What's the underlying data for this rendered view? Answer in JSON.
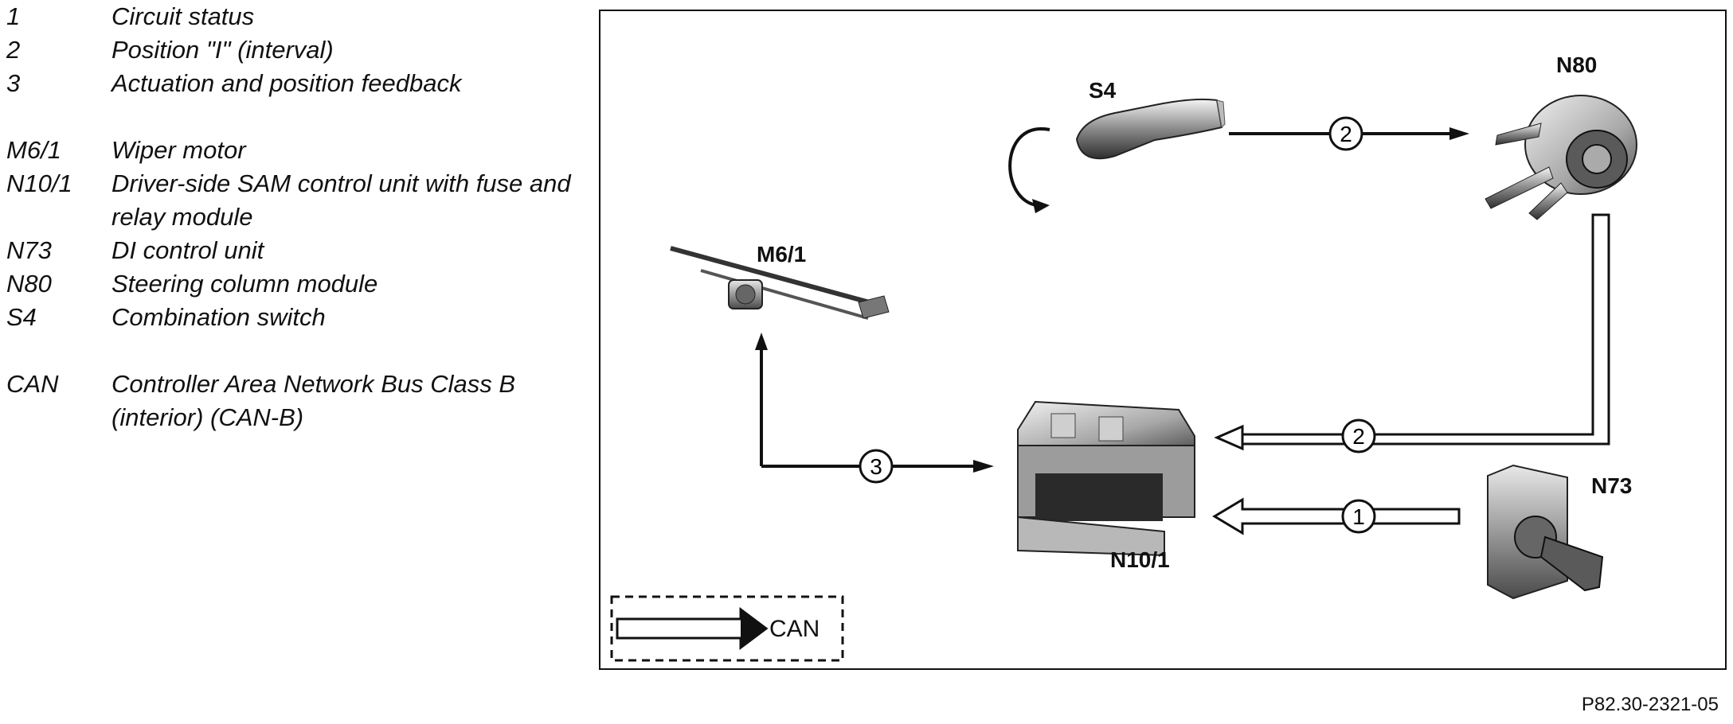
{
  "legend": {
    "rows": [
      {
        "code": "1",
        "desc": "Circuit status"
      },
      {
        "code": "2",
        "desc": "Position \"I\" (interval)"
      },
      {
        "code": "3",
        "desc": "Actuation and position feedback"
      },
      {
        "code": "M6/1",
        "desc": "Wiper motor"
      },
      {
        "code": "N10/1",
        "desc": "Driver-side SAM control unit with fuse and relay module"
      },
      {
        "code": "N73",
        "desc": "DI control unit"
      },
      {
        "code": "N80",
        "desc": "Steering column module"
      },
      {
        "code": "S4",
        "desc": "Combination switch"
      },
      {
        "code": "CAN",
        "desc": "Controller Area Network Bus Class B (interior) (CAN-B)"
      }
    ]
  },
  "diagram": {
    "components": {
      "s4": "S4",
      "n80": "N80",
      "m6_1": "M6/1",
      "n10_1": "N10/1",
      "n73": "N73"
    },
    "flows": {
      "s4_to_n80": "2",
      "n80_to_n10_1": "2",
      "n73_to_n10_1": "1",
      "m6_1_to_n10_1": "3"
    },
    "can_legend_label": "CAN"
  },
  "footer": {
    "ref": "P82.30-2321-05"
  }
}
